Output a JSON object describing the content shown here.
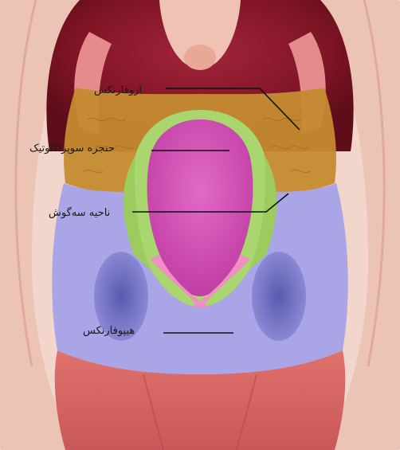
{
  "labels": {
    "oropharynx": "اروفارنکس",
    "supraglottic": "حنجره سوپراگلوتیک",
    "triangular_region": "ناحیه سه‌گوش",
    "hypopharynx": "هیپوفارنکس"
  },
  "colors": {
    "oropharynx_region": "#c38a2e",
    "supraglottic_region": "#a8d46a",
    "hypopharynx_region": "#a6a2e4",
    "epiglottis": "#d34fb5",
    "tissue_red": "#c94a52",
    "skin": "#f1d4c8"
  }
}
